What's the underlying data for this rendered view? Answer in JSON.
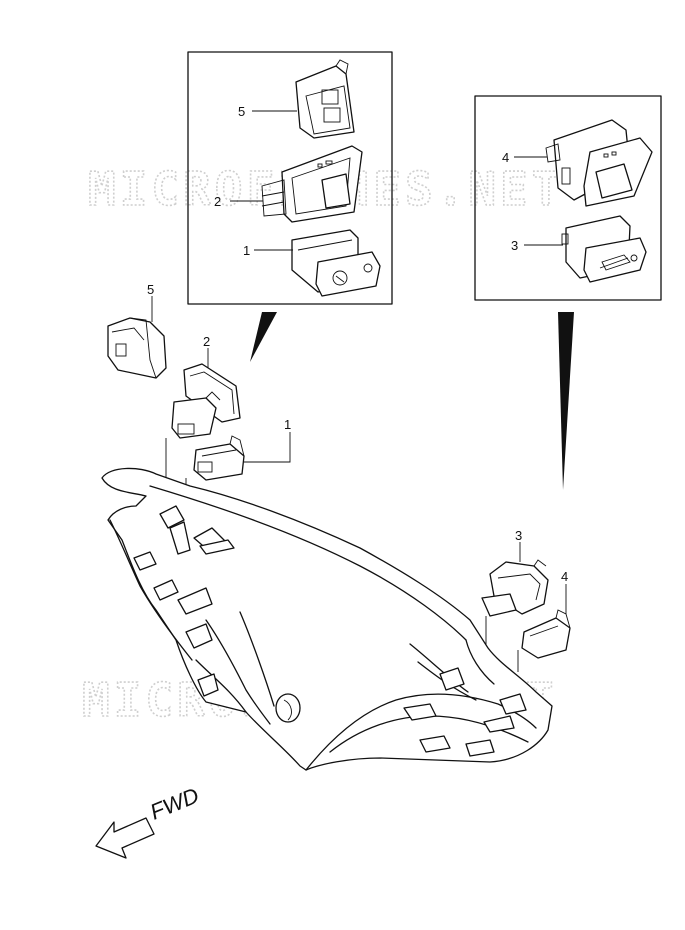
{
  "watermark": {
    "text": "MICROFICHES.NET",
    "color": "#cfcfcf"
  },
  "direction": {
    "label": "FWD"
  },
  "callouts": [
    {
      "id": "inset-left-5",
      "label": "5"
    },
    {
      "id": "inset-left-2",
      "label": "2"
    },
    {
      "id": "inset-left-1",
      "label": "1"
    },
    {
      "id": "inset-right-4",
      "label": "4"
    },
    {
      "id": "inset-right-3",
      "label": "3"
    },
    {
      "id": "main-5",
      "label": "5"
    },
    {
      "id": "main-2",
      "label": "2"
    },
    {
      "id": "main-1",
      "label": "1"
    },
    {
      "id": "main-3",
      "label": "3"
    },
    {
      "id": "main-4",
      "label": "4"
    }
  ],
  "colors": {
    "line": "#111111",
    "background": "#ffffff"
  }
}
